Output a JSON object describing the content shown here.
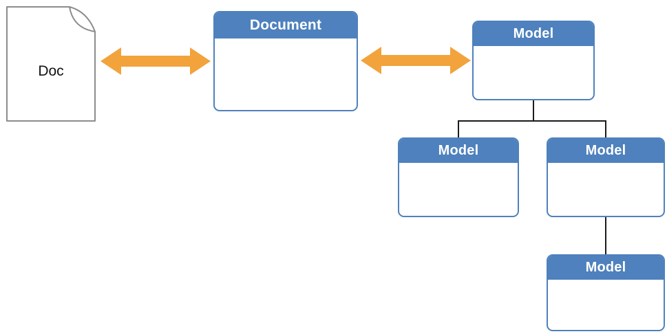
{
  "nodes": {
    "doc": {
      "label": "Doc"
    },
    "document": {
      "title": "Document"
    },
    "model_root": {
      "title": "Model"
    },
    "model_child_left": {
      "title": "Model"
    },
    "model_child_right": {
      "title": "Model"
    },
    "model_grandchild": {
      "title": "Model"
    }
  },
  "icons": {
    "doc_file": "document-page-icon",
    "arrows": "double-headed-arrow-icon"
  },
  "colors": {
    "node_blue": "#4e81bd",
    "arrow_orange": "#f2a33c",
    "doc_outline_gray": "#8c8c8c",
    "connector_black": "#1a1a1a"
  }
}
